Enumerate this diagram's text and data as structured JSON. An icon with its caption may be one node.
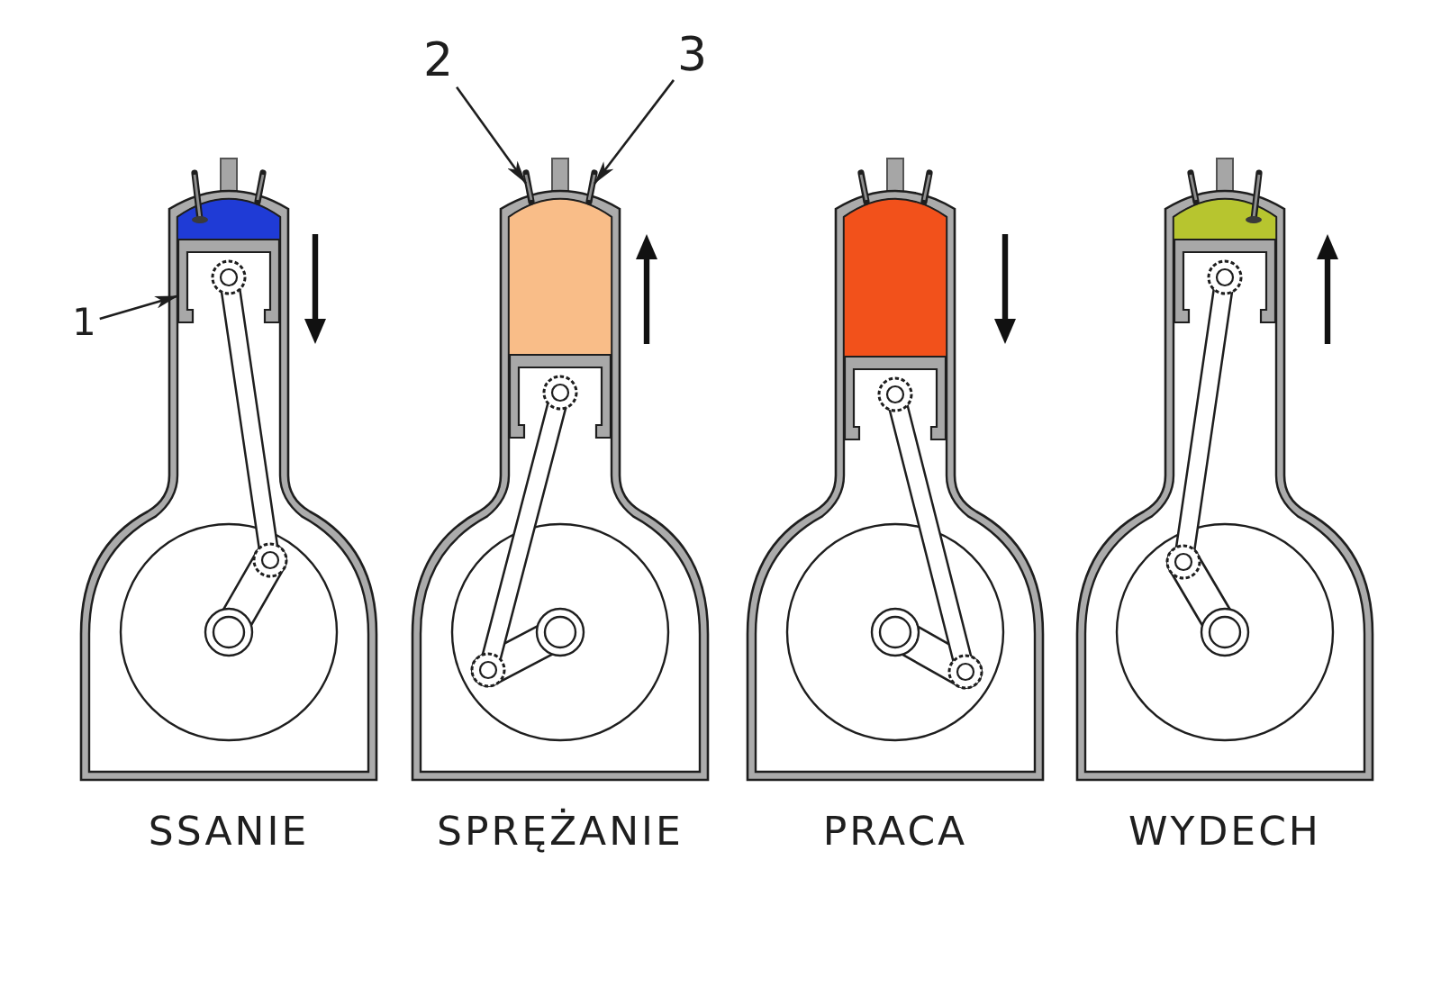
{
  "diagram": {
    "nodes": [
      {
        "text": [],
        "shape": "picture",
        "beside": [
          "SSANIE"
        ]
      },
      {
        "text": [],
        "shape": "picture",
        "beside": [
          "SPRĘŻANIE"
        ]
      },
      {
        "text": [],
        "shape": "picture",
        "beside": [
          "PRACA"
        ]
      },
      {
        "text": [],
        "shape": "picture",
        "beside": [
          "WYDECH"
        ]
      },
      {
        "text": [
          "1"
        ]
      },
      {
        "text": [],
        "shape": "picture",
        "in": 0
      },
      {
        "text": [
          "2"
        ]
      },
      {
        "text": [],
        "shape": "picture"
      },
      {
        "text": [
          "3"
        ]
      },
      {
        "text": [],
        "shape": "picture"
      }
    ],
    "edges": [
      {
        "from": 4,
        "to": 5,
        "arrow": "to"
      },
      {
        "from": 6,
        "to": 7,
        "arrow": "to"
      },
      {
        "from": 8,
        "to": 9,
        "arrow": "to"
      }
    ]
  }
}
